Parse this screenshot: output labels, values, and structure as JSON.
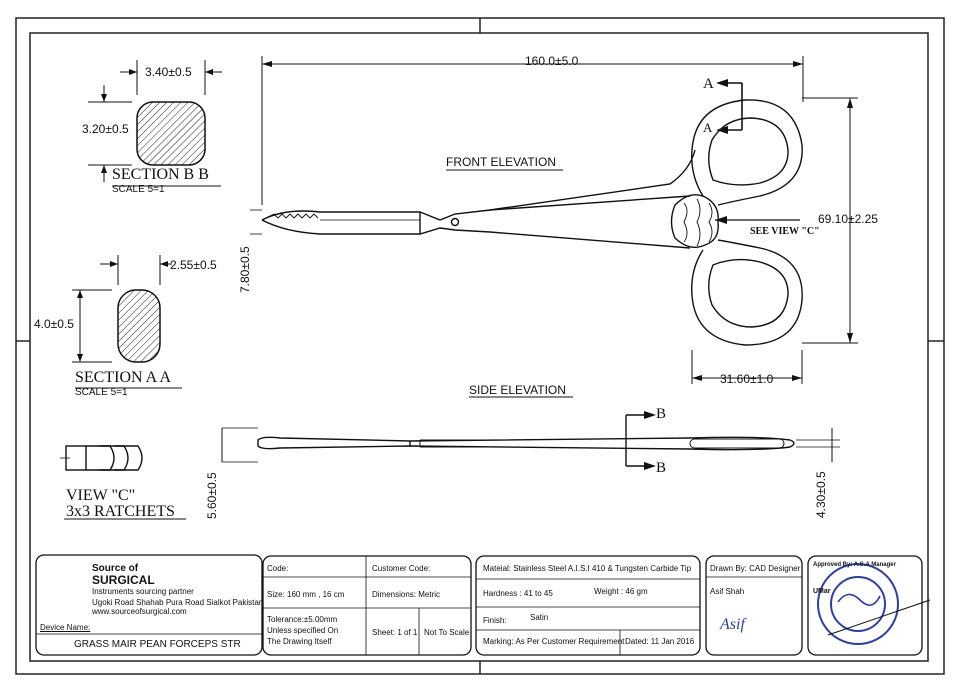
{
  "section_b": {
    "title": "SECTION B B",
    "scale": "SCALE 5=1",
    "dim_width": "3.40±0.5",
    "dim_height": "3.20±0.5"
  },
  "section_a": {
    "title": "SECTION A A",
    "scale": "SCALE 5=1",
    "dim_width": "2.55±0.5",
    "dim_height": "4.0±0.5"
  },
  "front_elevation": {
    "title": "FRONT ELEVATION",
    "dim_length": "160.0±5.0",
    "dim_height": "69.10±2.25",
    "dim_jaw": "7.80±0.5",
    "dim_ring": "31.60±1.0",
    "see_view": "SEE VIEW \"C\"",
    "cut_label_top": "A",
    "cut_label_bottom": "A"
  },
  "side_elevation": {
    "title": "SIDE ELEVATION",
    "dim_left": "5.60±0.5",
    "dim_right": "4.30±0.5",
    "cut_label_top": "B",
    "cut_label_bottom": "B"
  },
  "view_c": {
    "title_line1": "VIEW \"C\"",
    "title_line2": "3x3 RATCHETS"
  },
  "title_block": {
    "company_line1": "Source of",
    "company_line2": "SURGICAL",
    "tagline": "Instruments sourcing partner",
    "address": "Ugoki Road Shahab Pura Road Sialkot Pakistan",
    "website": "www.sourceofsurgical.com",
    "device_name_label": "Device Name:",
    "device_name": "GRASS MAIR PEAN FORCEPS STR",
    "code_label": "Code:",
    "customer_code_label": "Customer Code:",
    "size": "Size:  160 mm , 16 cm",
    "dimensions": "Dimensions: Metric",
    "tolerance_line1": "Tolerance:±5.00mm",
    "tolerance_line2": "Unless specified On",
    "tolerance_line3": "The Drawing Itself",
    "sheet": "Sheet: 1 of 1",
    "scale": "Not To Scale",
    "material": "Mateial: Stainless Steel A.I.S.I 410 & Tungsten Carbide Tip",
    "hardness": "Hardness :  41 to 45",
    "weight": "Weight :  46 gm",
    "finish_label": "Finish:",
    "finish": "Satin",
    "marking": "Marking: As Per Customer Requirement",
    "date": "Dated: 11 Jan 2016",
    "drawn_by": "Drawn By: CAD Designer",
    "drawn_name": "Asif Shah",
    "signature": "Asif",
    "approved_by": "Approved By: A.S.A Manager",
    "approved_short": "UMar"
  }
}
